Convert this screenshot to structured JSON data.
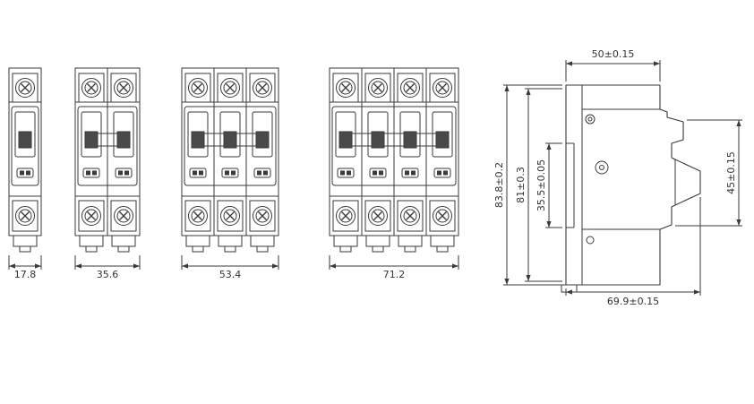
{
  "title": "Miniature circuit breaker outline dimension drawing",
  "views": [
    {
      "id": "front-view-1-pole",
      "poles": 1,
      "dim": "17.8"
    },
    {
      "id": "front-view-2-pole",
      "poles": 2,
      "dim": "35.6"
    },
    {
      "id": "front-view-3-pole",
      "poles": 3,
      "dim": "53.4"
    },
    {
      "id": "front-view-4-pole",
      "poles": 4,
      "dim": "71.2"
    }
  ],
  "side": {
    "id": "side-view",
    "dims": {
      "top": "50±0.15",
      "height_overall": "83.8±0.2",
      "height_body": "81±0.3",
      "din_slot": "35.5±0.05",
      "front": "45±0.15",
      "depth": "69.9±0.15"
    }
  },
  "colors": {
    "line": "#3a3a3a",
    "text": "#333333",
    "handle_fill": "#4a4a4a",
    "background": "#ffffff"
  }
}
